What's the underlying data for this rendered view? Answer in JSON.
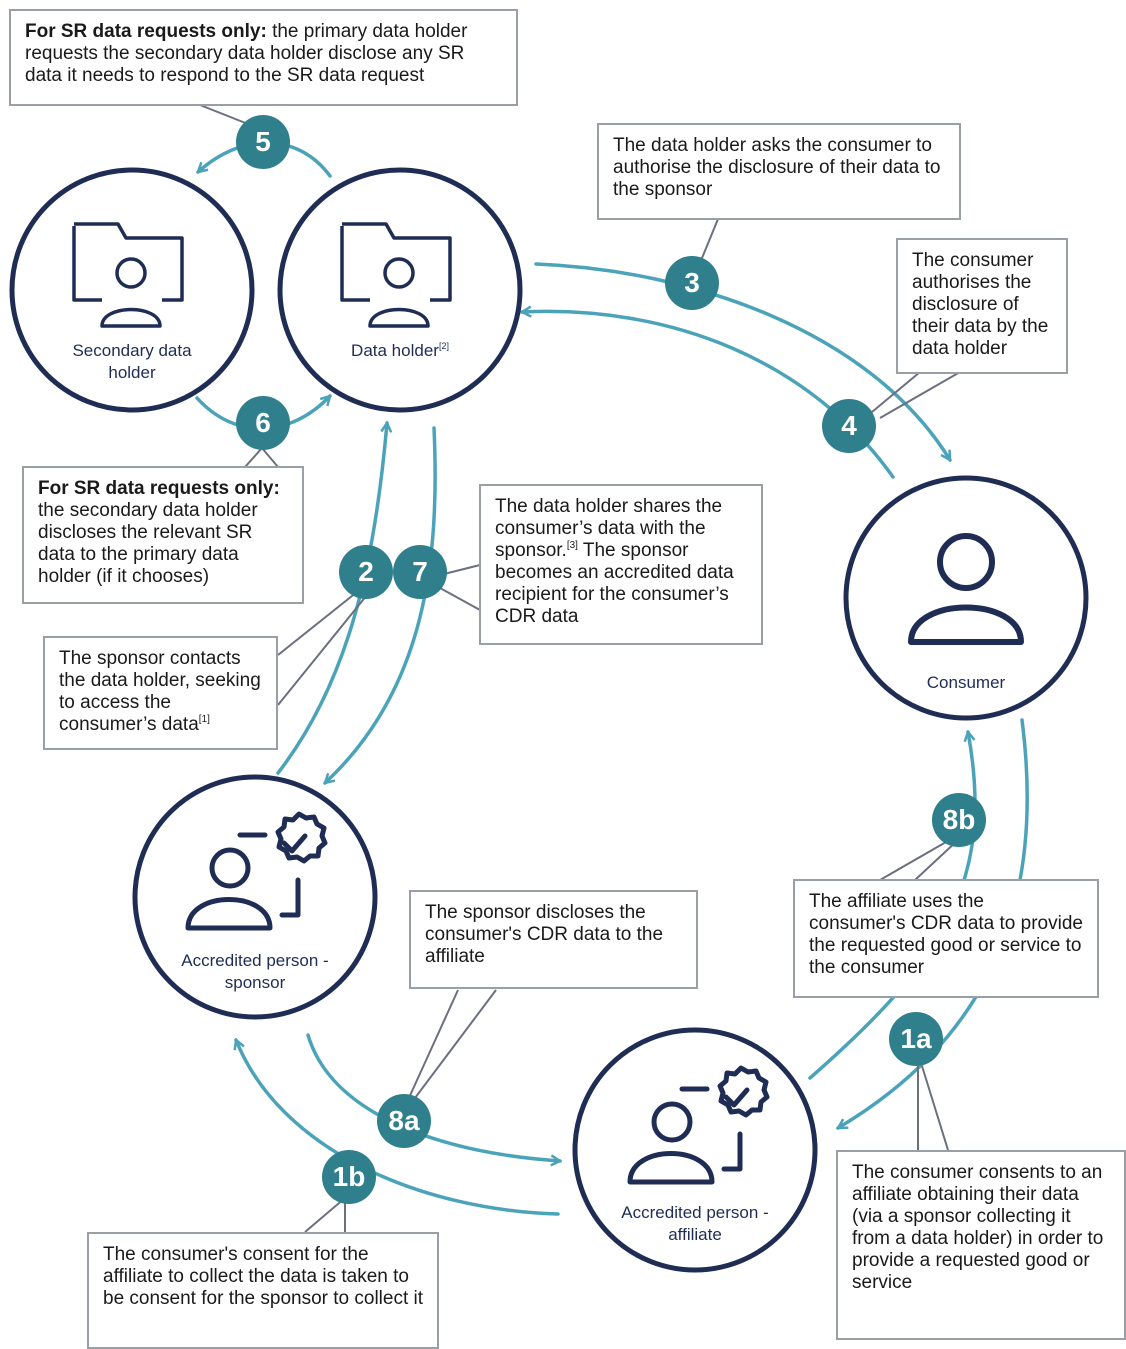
{
  "nodes": {
    "secondary_data_holder": "Secondary data holder",
    "data_holder": "Data holder",
    "data_holder_ref": "[2]",
    "consumer": "Consumer",
    "sponsor": "Accredited person - sponsor",
    "affiliate": "Accredited person - affiliate"
  },
  "steps": {
    "s1a": "1a",
    "s1b": "1b",
    "s2": "2",
    "s3": "3",
    "s4": "4",
    "s5": "5",
    "s6": "6",
    "s7": "7",
    "s8a": "8a",
    "s8b": "8b"
  },
  "callouts": {
    "c5_bold": "For SR data requests only:",
    "c5_text": "the primary data holder requests the secondary data holder disclose any SR data it needs to respond to the SR data request",
    "c3": "The data holder asks the consumer to authorise the disclosure of their data to the sponsor",
    "c4": "The consumer authorises the disclosure of their data by the data holder",
    "c6_bold": "For SR data requests only:",
    "c6_text": "the secondary data holder discloses the relevant SR data to the primary data holder (if it chooses)",
    "c7_a": "The data holder shares the consumer’s data with the sponsor.",
    "c7_ref": "[3]",
    "c7_b": " The sponsor becomes an accredited data recipient for the consumer’s CDR data",
    "c2": "The sponsor contacts the data holder, seeking to access the consumer’s data",
    "c2_ref": "[1]",
    "c8a": "The sponsor discloses the consumer's CDR data to the affiliate",
    "c8b": "The affiliate uses the consumer's CDR data to provide the requested good or service to the consumer",
    "c1a": "The consumer consents to an affiliate obtaining their data (via a sponsor collecting it from a data holder) in order to provide a requested good or service",
    "c1b": "The consumer's consent for the affiliate to collect the data is taken to be consent for the sponsor to collect it"
  },
  "colors": {
    "node_border": "#1f2d55",
    "arrow": "#4ba3ba",
    "badge": "#2f7f8c",
    "callout_border": "#9a9ea6",
    "leader": "#6b6f80"
  },
  "icons": {
    "secondary_data_holder": "folder-person-icon",
    "data_holder": "folder-person-icon",
    "consumer": "person-icon",
    "sponsor": "person-verified-icon",
    "affiliate": "person-verified-icon"
  }
}
